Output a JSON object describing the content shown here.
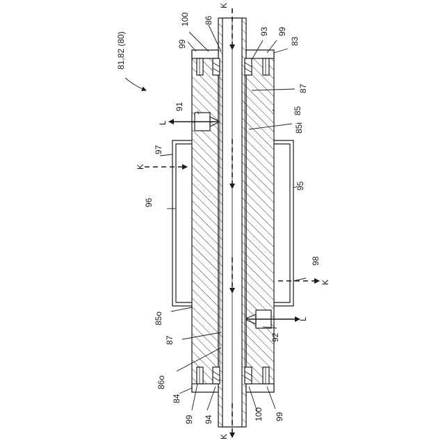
{
  "figure": {
    "assembly_label": "81,82 (80)",
    "flow_labels": {
      "k_top": "K",
      "k_bottom": "K",
      "k_left": "K",
      "k_right": "K",
      "l_left": "L",
      "l_right": "L"
    },
    "ref_numerals": {
      "n100_top": "100",
      "n86": "86",
      "n99_top_left": "99",
      "n93": "93",
      "n99_top_right": "99",
      "n83": "83",
      "n87_right": "87",
      "n91": "91",
      "n85": "85",
      "n85i": "85i",
      "n97": "97",
      "n95": "95",
      "n96": "96",
      "n98": "98",
      "n85o": "85o",
      "n92": "92",
      "n87_left": "87",
      "n86o": "86o",
      "n84": "84",
      "n99_bottom_left": "99",
      "n94": "94",
      "n100_bottom": "100",
      "n99_bottom_right": "99"
    }
  }
}
